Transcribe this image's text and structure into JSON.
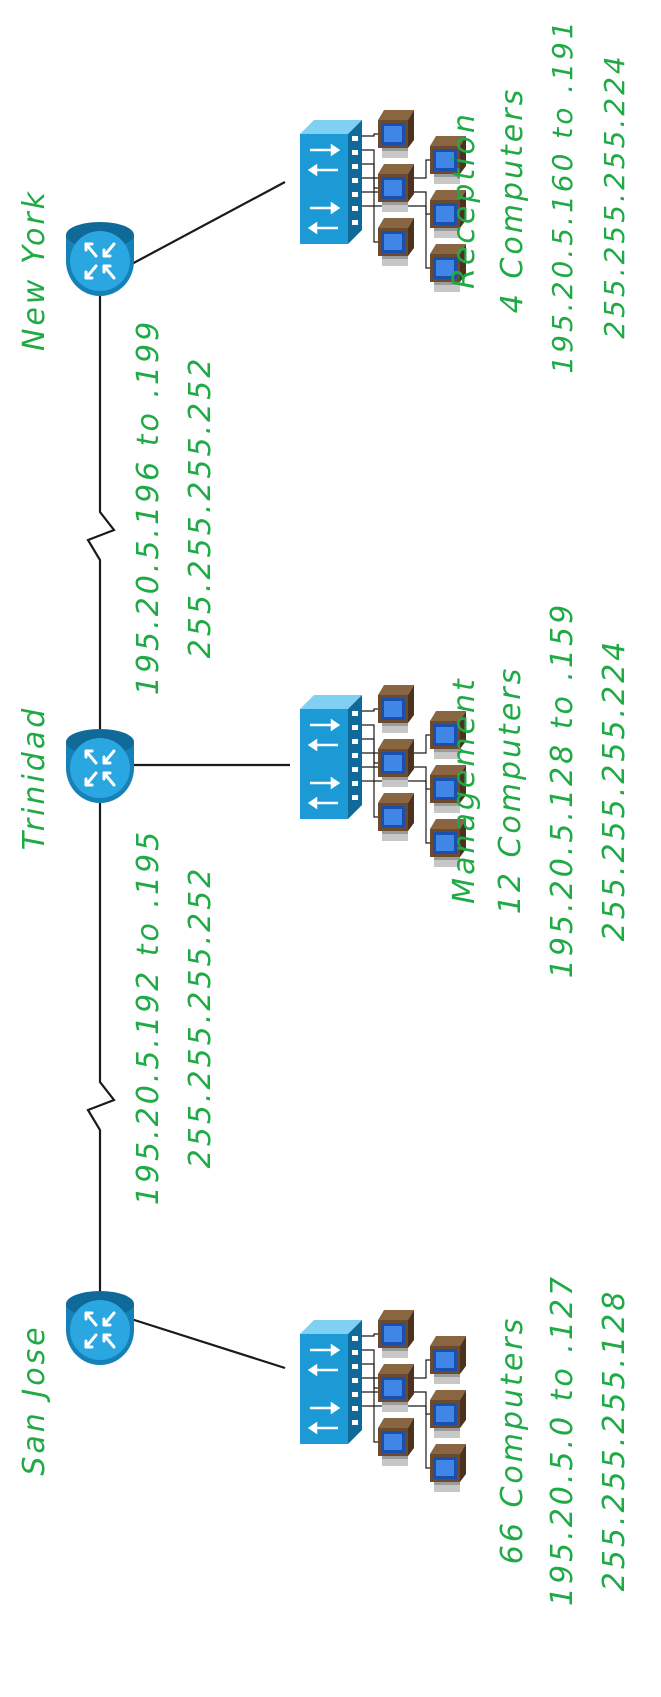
{
  "routers": [
    {
      "name": "San Jose"
    },
    {
      "name": "Trinidad"
    },
    {
      "name": "New York"
    }
  ],
  "wan_links": [
    {
      "range": "195.20.5.192 to .195",
      "mask": "255.255.255.252"
    },
    {
      "range": "195.20.5.196 to .199",
      "mask": "255.255.255.252"
    }
  ],
  "subnets": [
    {
      "name": "",
      "computers": "66 Computers",
      "range": "195.20.5.0 to .127",
      "mask": "255.255.255.128"
    },
    {
      "name": "Management",
      "computers": "12 Computers",
      "range": "195.20.5.128 to .159",
      "mask": "255.255.255.224"
    },
    {
      "name": "Reception",
      "computers": "4 Computers",
      "range": "195.20.5.160 to .191",
      "mask": "255.255.255.224"
    }
  ],
  "colors": {
    "label": "#1faa45",
    "device_blue": "#1b9ad6",
    "wire": "#1a1a1a"
  },
  "icons": {
    "router": "router-icon",
    "switch": "switch-icon",
    "computer": "computer-icon"
  }
}
